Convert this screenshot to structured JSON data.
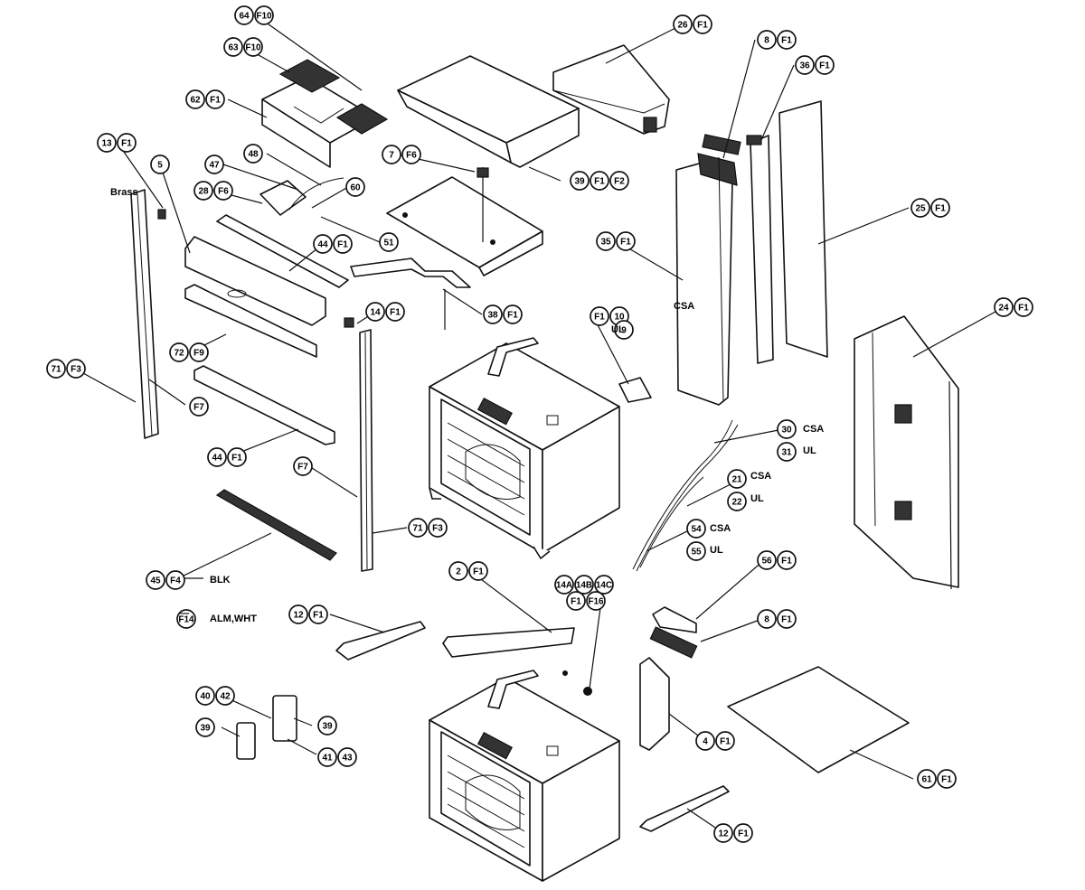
{
  "callouts": {
    "c64_f10": [
      "64",
      "F10"
    ],
    "c63_f10": [
      "63",
      "F10"
    ],
    "c62_f1": [
      "62",
      "F1"
    ],
    "c13_f1": [
      "13",
      "F1"
    ],
    "c5": [
      "5"
    ],
    "c47": [
      "47"
    ],
    "c48": [
      "48"
    ],
    "c28_f6": [
      "28",
      "F6"
    ],
    "c60": [
      "60"
    ],
    "c51": [
      "51"
    ],
    "c44_f1_top": [
      "44",
      "F1"
    ],
    "c7_f6": [
      "7",
      "F6"
    ],
    "c26_f1": [
      "26",
      "F1"
    ],
    "c39_f1_f2": [
      "39",
      "F1",
      "F2"
    ],
    "c8_f1_top": [
      "8",
      "F1"
    ],
    "c36_f1": [
      "36",
      "F1"
    ],
    "c35_f1": [
      "35",
      "F1"
    ],
    "c25_f1": [
      "25",
      "F1"
    ],
    "c24_f1": [
      "24",
      "F1"
    ],
    "c38_f1": [
      "38",
      "F1"
    ],
    "c14_f1": [
      "14",
      "F1"
    ],
    "c72_f9": [
      "72",
      "F9"
    ],
    "c71_f3_left": [
      "71",
      "F3"
    ],
    "c44_f1_mid": [
      "44",
      "F1"
    ],
    "c71_f3_right": [
      "71",
      "F3"
    ],
    "c45_f4": [
      "45",
      "F4"
    ],
    "c14": [
      "F14"
    ],
    "c12_f1_left": [
      "12",
      "F1"
    ],
    "c2_f1": [
      "2",
      "F1"
    ],
    "c46_abc": [
      "14A",
      "14B",
      "14C"
    ],
    "c46_f1_f16": [
      "F1",
      "F16"
    ],
    "c56_f1": [
      "56",
      "F1"
    ],
    "c8_f1_bottom": [
      "8",
      "F1"
    ],
    "c40_42": [
      "40",
      "42"
    ],
    "c39_left": [
      "39"
    ],
    "c39_right": [
      "39"
    ],
    "c41_43": [
      "41",
      "43"
    ],
    "c4_f1": [
      "4",
      "F1"
    ],
    "c61_f1": [
      "61",
      "F1"
    ],
    "c12_f1_bottom": [
      "12",
      "F1"
    ],
    "c10_f1": [
      "F1",
      "10"
    ],
    "c9": [
      "9"
    ],
    "c30": [
      "30"
    ],
    "c31": [
      "31"
    ],
    "c21": [
      "21"
    ],
    "c22": [
      "22"
    ],
    "c54": [
      "54"
    ],
    "c55": [
      "55"
    ]
  },
  "labels": {
    "csa": "CSA",
    "ul": "UL",
    "blk": "BLK",
    "alm_wht": "ALM,WHT",
    "brass": "Brass",
    "f7": "F7"
  }
}
